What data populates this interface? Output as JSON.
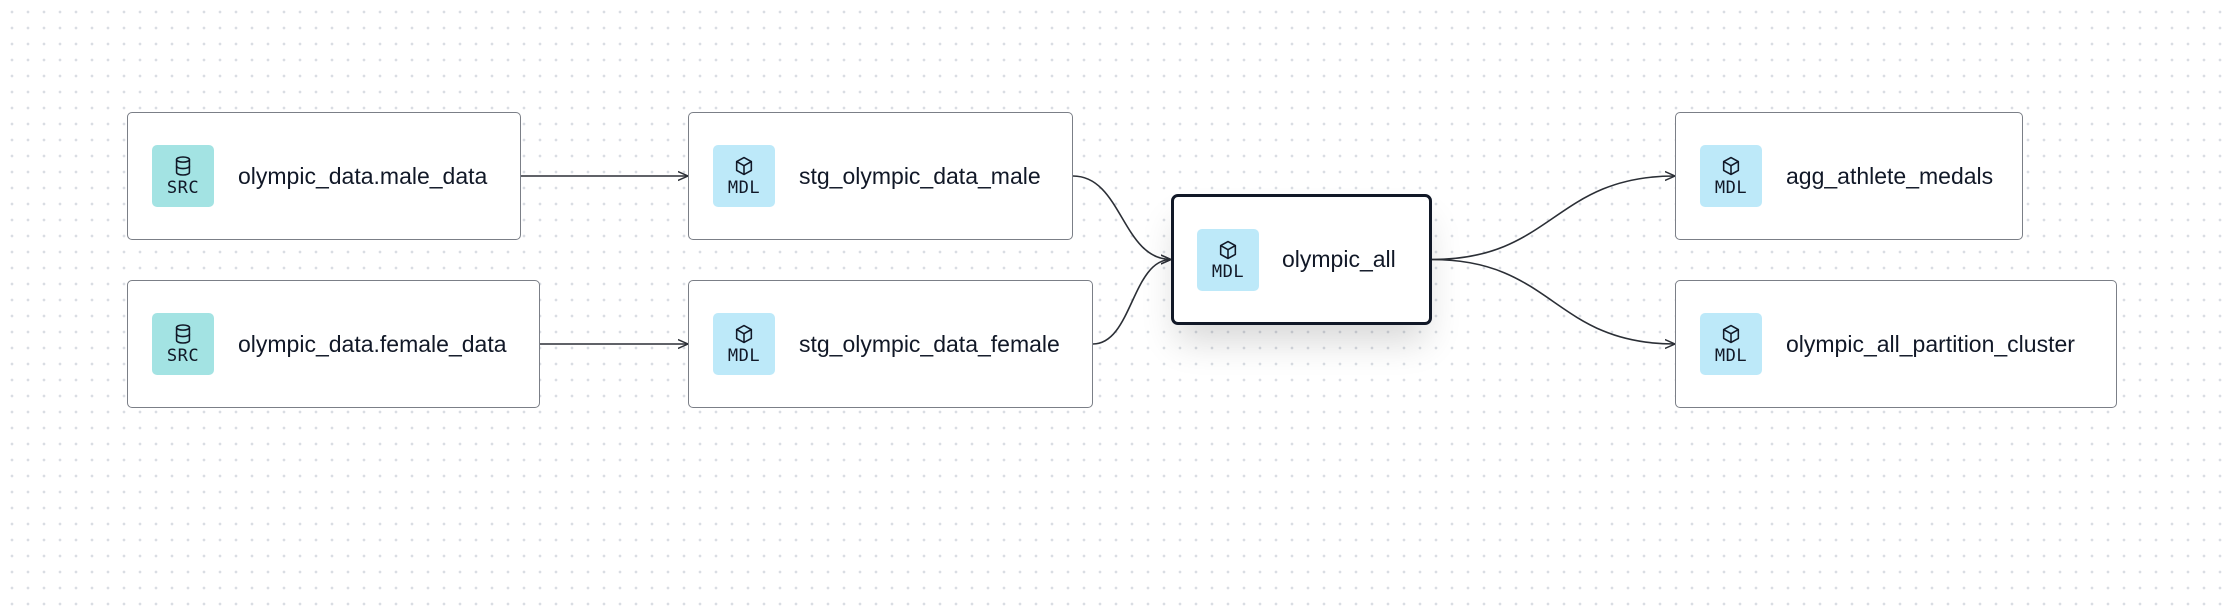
{
  "colors": {
    "src_badge": "#a3e3e3",
    "mdl_badge": "#bde9f9",
    "text": "#111827",
    "node_border": "#7b7f87",
    "selected_border": "#111827",
    "edge": "#2b2f36",
    "dot_grid": "#d9dde3"
  },
  "nodes": {
    "src_male": {
      "kind": "SRC",
      "icon": "database-icon",
      "label": "olympic_data.male_data"
    },
    "src_female": {
      "kind": "SRC",
      "icon": "database-icon",
      "label": "olympic_data.female_data"
    },
    "stg_male": {
      "kind": "MDL",
      "icon": "cube-icon",
      "label": "stg_olympic_data_male"
    },
    "stg_female": {
      "kind": "MDL",
      "icon": "cube-icon",
      "label": "stg_olympic_data_female"
    },
    "olympic_all": {
      "kind": "MDL",
      "icon": "cube-icon",
      "label": "olympic_all",
      "selected": true
    },
    "agg_medals": {
      "kind": "MDL",
      "icon": "cube-icon",
      "label": "agg_athlete_medals"
    },
    "partition_cluster": {
      "kind": "MDL",
      "icon": "cube-icon",
      "label": "olympic_all_partition_cluster"
    }
  },
  "edges": [
    {
      "from": "src_male",
      "to": "stg_male"
    },
    {
      "from": "src_female",
      "to": "stg_female"
    },
    {
      "from": "stg_male",
      "to": "olympic_all"
    },
    {
      "from": "stg_female",
      "to": "olympic_all"
    },
    {
      "from": "olympic_all",
      "to": "agg_medals"
    },
    {
      "from": "olympic_all",
      "to": "partition_cluster"
    }
  ]
}
